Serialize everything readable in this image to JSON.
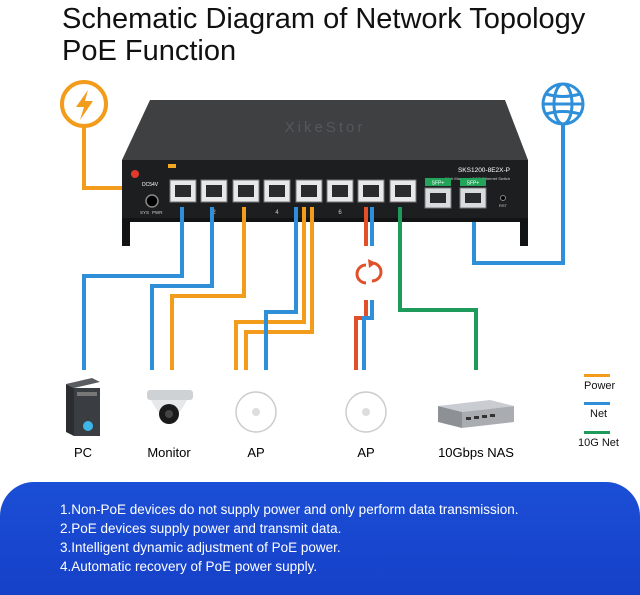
{
  "title_line1": "Schematic Diagram of Network Topology",
  "title_line2": "PoE Function",
  "switch": {
    "brand": "XikeStor",
    "model": "SKS1200-8E2X-P",
    "subtitle": "Web Managed 2.5G Ethernet Switch",
    "dc_label": "DC54V",
    "led_labels": [
      "SYS",
      "PWR"
    ],
    "port_numbers": [
      "2",
      "4",
      "6"
    ],
    "sfp_labels": [
      "SFP+",
      "SFP+"
    ],
    "reset_label": "RST"
  },
  "devices": [
    {
      "label": "PC",
      "icon": "pc-tower-icon",
      "bg": "#d7eef4"
    },
    {
      "label": "Monitor",
      "icon": "dome-camera-icon",
      "bg": "#d5efdb"
    },
    {
      "label": "AP",
      "icon": "access-point-icon",
      "bg": "#d5efdb"
    },
    {
      "label": "AP",
      "icon": "access-point-icon",
      "bg": "#d5efdb"
    },
    {
      "label": "10Gbps NAS",
      "icon": "nas-icon",
      "bg": "#d7eef4"
    }
  ],
  "legend": [
    {
      "label": "Power",
      "color": "#f39b1a"
    },
    {
      "label": "Net",
      "color": "#2f8fd8"
    },
    {
      "label": "10G Net",
      "color": "#1e9b5a"
    }
  ],
  "notes": [
    "1.Non-PoE devices do not supply power and only perform data transmission.",
    "2.PoE devices supply power and transmit data.",
    "3.Intelligent dynamic adjustment of PoE power.",
    "4.Automatic recovery of PoE power supply."
  ],
  "colors": {
    "power": "#f39b1a",
    "net": "#2f8fd8",
    "ten_g": "#1e9b5a",
    "recovery": "#e0502a",
    "banner": "#1b4fd6"
  }
}
